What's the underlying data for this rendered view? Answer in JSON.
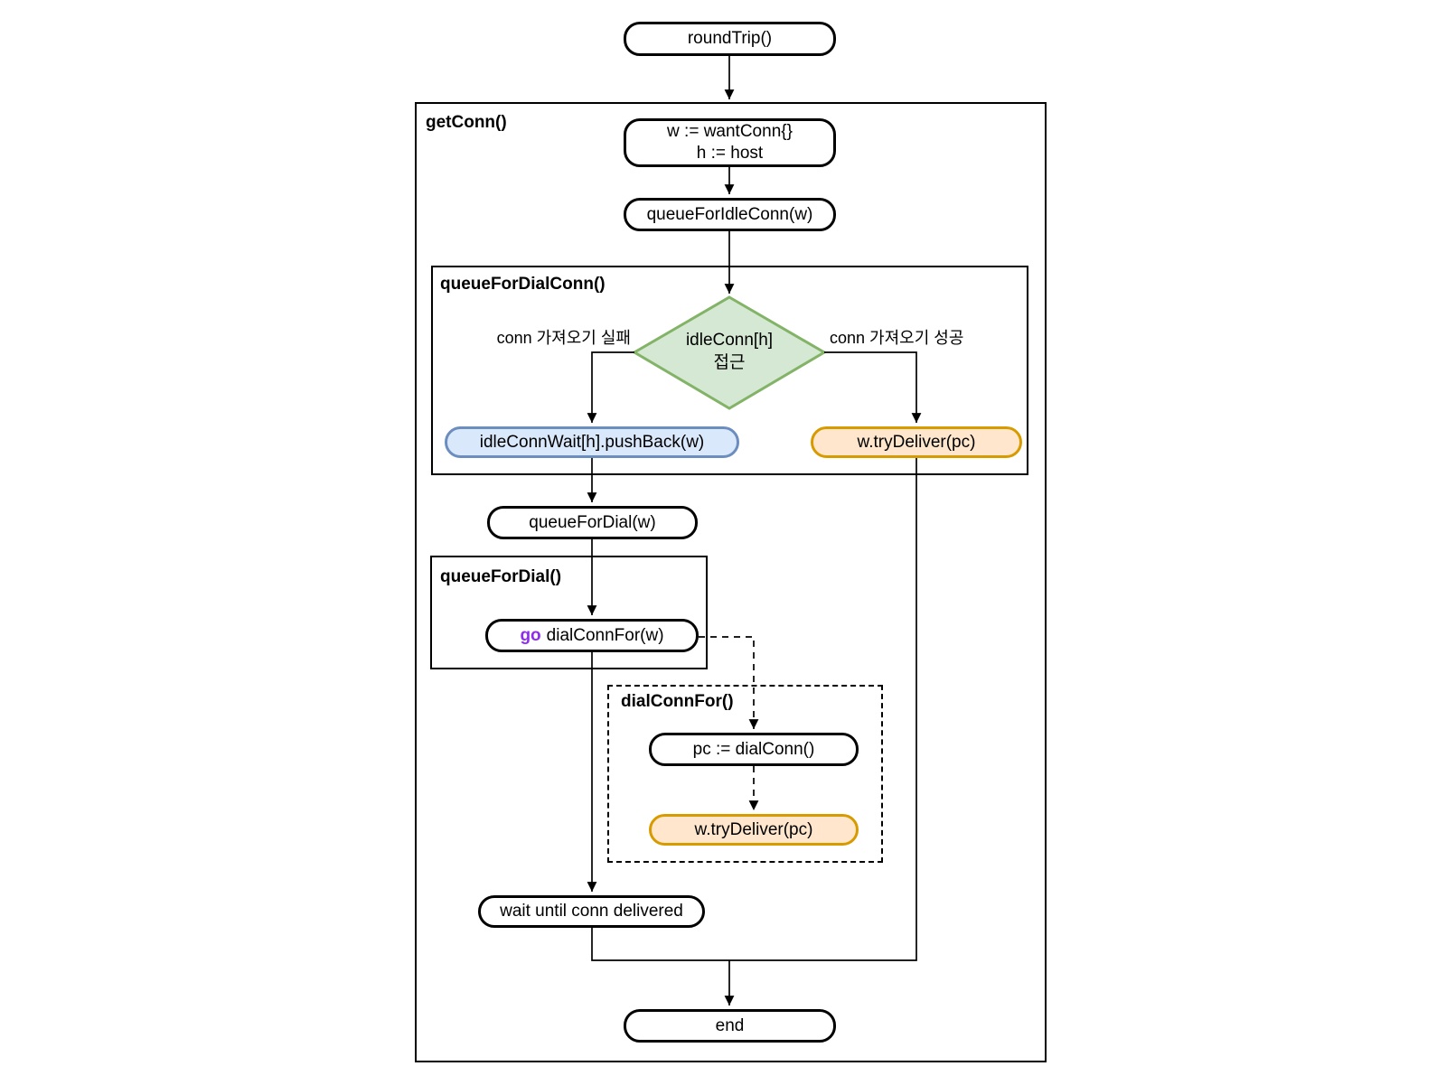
{
  "diagram": {
    "containers": {
      "get_conn": {
        "label": "getConn()"
      },
      "queue_for_dial_conn": {
        "label": "queueForDialConn()"
      },
      "queue_for_dial": {
        "label": "queueForDial()"
      },
      "dial_conn_for": {
        "label": "dialConnFor()"
      }
    },
    "nodes": {
      "round_trip": {
        "label": "roundTrip()"
      },
      "init_want_conn": {
        "line1": "w := wantConn{}",
        "line2": "h := host"
      },
      "queue_for_idle_conn": {
        "label": "queueForIdleConn(w)"
      },
      "decision_idle_conn": {
        "line1": "idleConn[h]",
        "line2": "접근"
      },
      "idle_conn_wait_push_back": {
        "label": "idleConnWait[h].pushBack(w)"
      },
      "try_deliver_success": {
        "label": "w.tryDeliver(pc)"
      },
      "queue_for_dial_call": {
        "label": "queueForDial(w)"
      },
      "go_dial_conn_for": {
        "keyword": "go",
        "call": "dialConnFor(w)"
      },
      "pc_dial_conn": {
        "label": "pc := dialConn()"
      },
      "try_deliver_dial": {
        "label": "w.tryDeliver(pc)"
      },
      "wait_until_delivered": {
        "label": "wait until conn delivered"
      },
      "end_node": {
        "label": "end"
      }
    },
    "edge_labels": {
      "conn_fetch_fail": "conn 가져오기 실패",
      "conn_fetch_success": "conn 가져오기 성공"
    },
    "colors": {
      "decision_fill": "#d5e8d4",
      "decision_stroke": "#82b366",
      "wait_queue_fill": "#dae8fc",
      "wait_queue_stroke": "#6c8ebf",
      "deliver_fill": "#ffe6cc",
      "deliver_stroke": "#d79b00",
      "go_keyword_color": "#8f2bf0",
      "line_color": "#000000"
    }
  }
}
